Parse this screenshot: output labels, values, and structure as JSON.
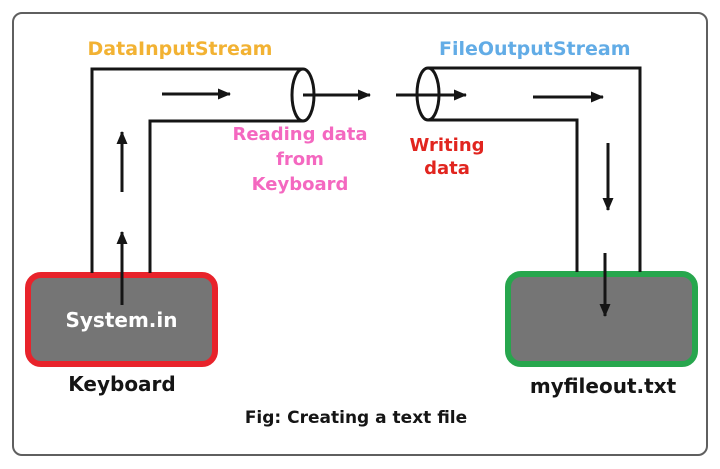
{
  "figure": {
    "input_stream_label": "DataInputStream",
    "output_stream_label": "FileOutputStream",
    "reading_note": "Reading data\nfrom\nKeyboard",
    "writing_note": "Writing\ndata",
    "source_box_label": "System.in",
    "source_name": "Keyboard",
    "destination_name": "myfileout.txt",
    "caption": "Fig: Creating a text file"
  },
  "colors": {
    "ink": "#151515",
    "accent-orange": "#f2b233",
    "accent-blue": "#62ace6",
    "accent-pink": "#f468c0",
    "accent-red": "#e1251f",
    "border-red": "#e8232b",
    "accent-green": "#27a64d",
    "box-gray": "#757575",
    "frame-gray": "#5f5f5f",
    "background": "#ffffff"
  }
}
